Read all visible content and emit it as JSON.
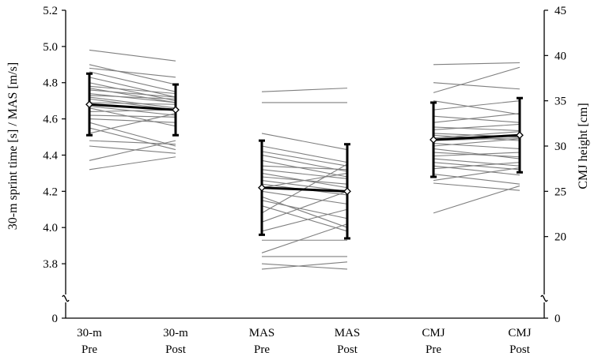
{
  "chart_data": {
    "type": "line",
    "categories": [
      [
        "30-m",
        "Pre"
      ],
      [
        "30-m",
        "Post"
      ],
      [
        "MAS",
        "Pre"
      ],
      [
        "MAS",
        "Post"
      ],
      [
        "CMJ",
        "Pre"
      ],
      [
        "CMJ",
        "Post"
      ]
    ],
    "ylabel_left": "30-m sprint time  [s] / MAS [m/s]",
    "ylabel_right": "CMJ height [cm]",
    "ylim_left": [
      3.7,
      5.2
    ],
    "yticks_left": [
      "3.8",
      "4.0",
      "4.2",
      "4.4",
      "4.6",
      "4.8",
      "5.0",
      "5.2"
    ],
    "ybreak_left_label": "0",
    "ylim_right": [
      15,
      45
    ],
    "yticks_right": [
      "20",
      "25",
      "30",
      "35",
      "40",
      "45"
    ],
    "ybreak_right_label": "0",
    "grid": false,
    "colors": {
      "individual": "#7f7f7f",
      "mean": "#000000"
    },
    "groups": [
      {
        "name": "30-m",
        "axis": "left",
        "pre_index": 0,
        "post_index": 1,
        "individual_pairs": [
          [
            4.98,
            4.92
          ],
          [
            4.9,
            4.79
          ],
          [
            4.88,
            4.83
          ],
          [
            4.86,
            4.75
          ],
          [
            4.83,
            4.72
          ],
          [
            4.8,
            4.7
          ],
          [
            4.78,
            4.74
          ],
          [
            4.77,
            4.69
          ],
          [
            4.76,
            4.72
          ],
          [
            4.74,
            4.69
          ],
          [
            4.73,
            4.71
          ],
          [
            4.72,
            4.66
          ],
          [
            4.71,
            4.65
          ],
          [
            4.69,
            4.68
          ],
          [
            4.67,
            4.62
          ],
          [
            4.66,
            4.56
          ],
          [
            4.64,
            4.65
          ],
          [
            4.62,
            4.61
          ],
          [
            4.6,
            4.58
          ],
          [
            4.58,
            4.45
          ],
          [
            4.55,
            4.43
          ],
          [
            4.52,
            4.63
          ],
          [
            4.48,
            4.46
          ],
          [
            4.45,
            4.41
          ],
          [
            4.37,
            4.48
          ],
          [
            4.32,
            4.39
          ]
        ],
        "mean": [
          4.68,
          4.65
        ],
        "sd": [
          0.17,
          0.14
        ]
      },
      {
        "name": "MAS",
        "axis": "left",
        "pre_index": 2,
        "post_index": 3,
        "individual_pairs": [
          [
            4.75,
            4.77
          ],
          [
            4.69,
            4.69
          ],
          [
            4.52,
            4.43
          ],
          [
            4.45,
            4.36
          ],
          [
            4.42,
            4.34
          ],
          [
            4.4,
            4.31
          ],
          [
            4.37,
            4.28
          ],
          [
            4.34,
            4.32
          ],
          [
            4.32,
            4.27
          ],
          [
            4.3,
            4.22
          ],
          [
            4.28,
            4.24
          ],
          [
            4.26,
            4.2
          ],
          [
            4.24,
            4.18
          ],
          [
            4.22,
            4.3
          ],
          [
            4.2,
            4.13
          ],
          [
            4.17,
            4.0
          ],
          [
            4.15,
            4.05
          ],
          [
            4.12,
            3.98
          ],
          [
            4.08,
            4.35
          ],
          [
            4.03,
            4.2
          ],
          [
            3.98,
            4.1
          ],
          [
            3.93,
            3.93
          ],
          [
            3.86,
            4.02
          ],
          [
            3.84,
            3.84
          ],
          [
            3.8,
            3.77
          ],
          [
            3.77,
            3.81
          ]
        ],
        "mean": [
          4.22,
          4.2
        ],
        "sd": [
          0.26,
          0.26
        ]
      },
      {
        "name": "CMJ",
        "axis": "right",
        "pre_index": 4,
        "post_index": 5,
        "individual_pairs": [
          [
            39.0,
            39.2
          ],
          [
            37.0,
            36.3
          ],
          [
            35.9,
            38.7
          ],
          [
            35.0,
            33.5
          ],
          [
            34.0,
            35.0
          ],
          [
            33.3,
            32.6
          ],
          [
            32.6,
            33.6
          ],
          [
            32.1,
            31.7
          ],
          [
            31.8,
            32.4
          ],
          [
            31.4,
            31.0
          ],
          [
            31.2,
            30.6
          ],
          [
            30.9,
            31.6
          ],
          [
            30.6,
            30.9
          ],
          [
            30.3,
            29.7
          ],
          [
            30.0,
            30.8
          ],
          [
            29.7,
            28.6
          ],
          [
            29.3,
            28.8
          ],
          [
            28.9,
            29.3
          ],
          [
            28.6,
            27.8
          ],
          [
            28.2,
            27.4
          ],
          [
            27.8,
            26.8
          ],
          [
            27.5,
            28.2
          ],
          [
            26.9,
            25.8
          ],
          [
            26.2,
            27.6
          ],
          [
            25.9,
            25.1
          ],
          [
            22.6,
            25.6
          ]
        ],
        "mean": [
          30.7,
          31.2
        ],
        "sd": [
          4.1,
          4.1
        ]
      }
    ]
  }
}
